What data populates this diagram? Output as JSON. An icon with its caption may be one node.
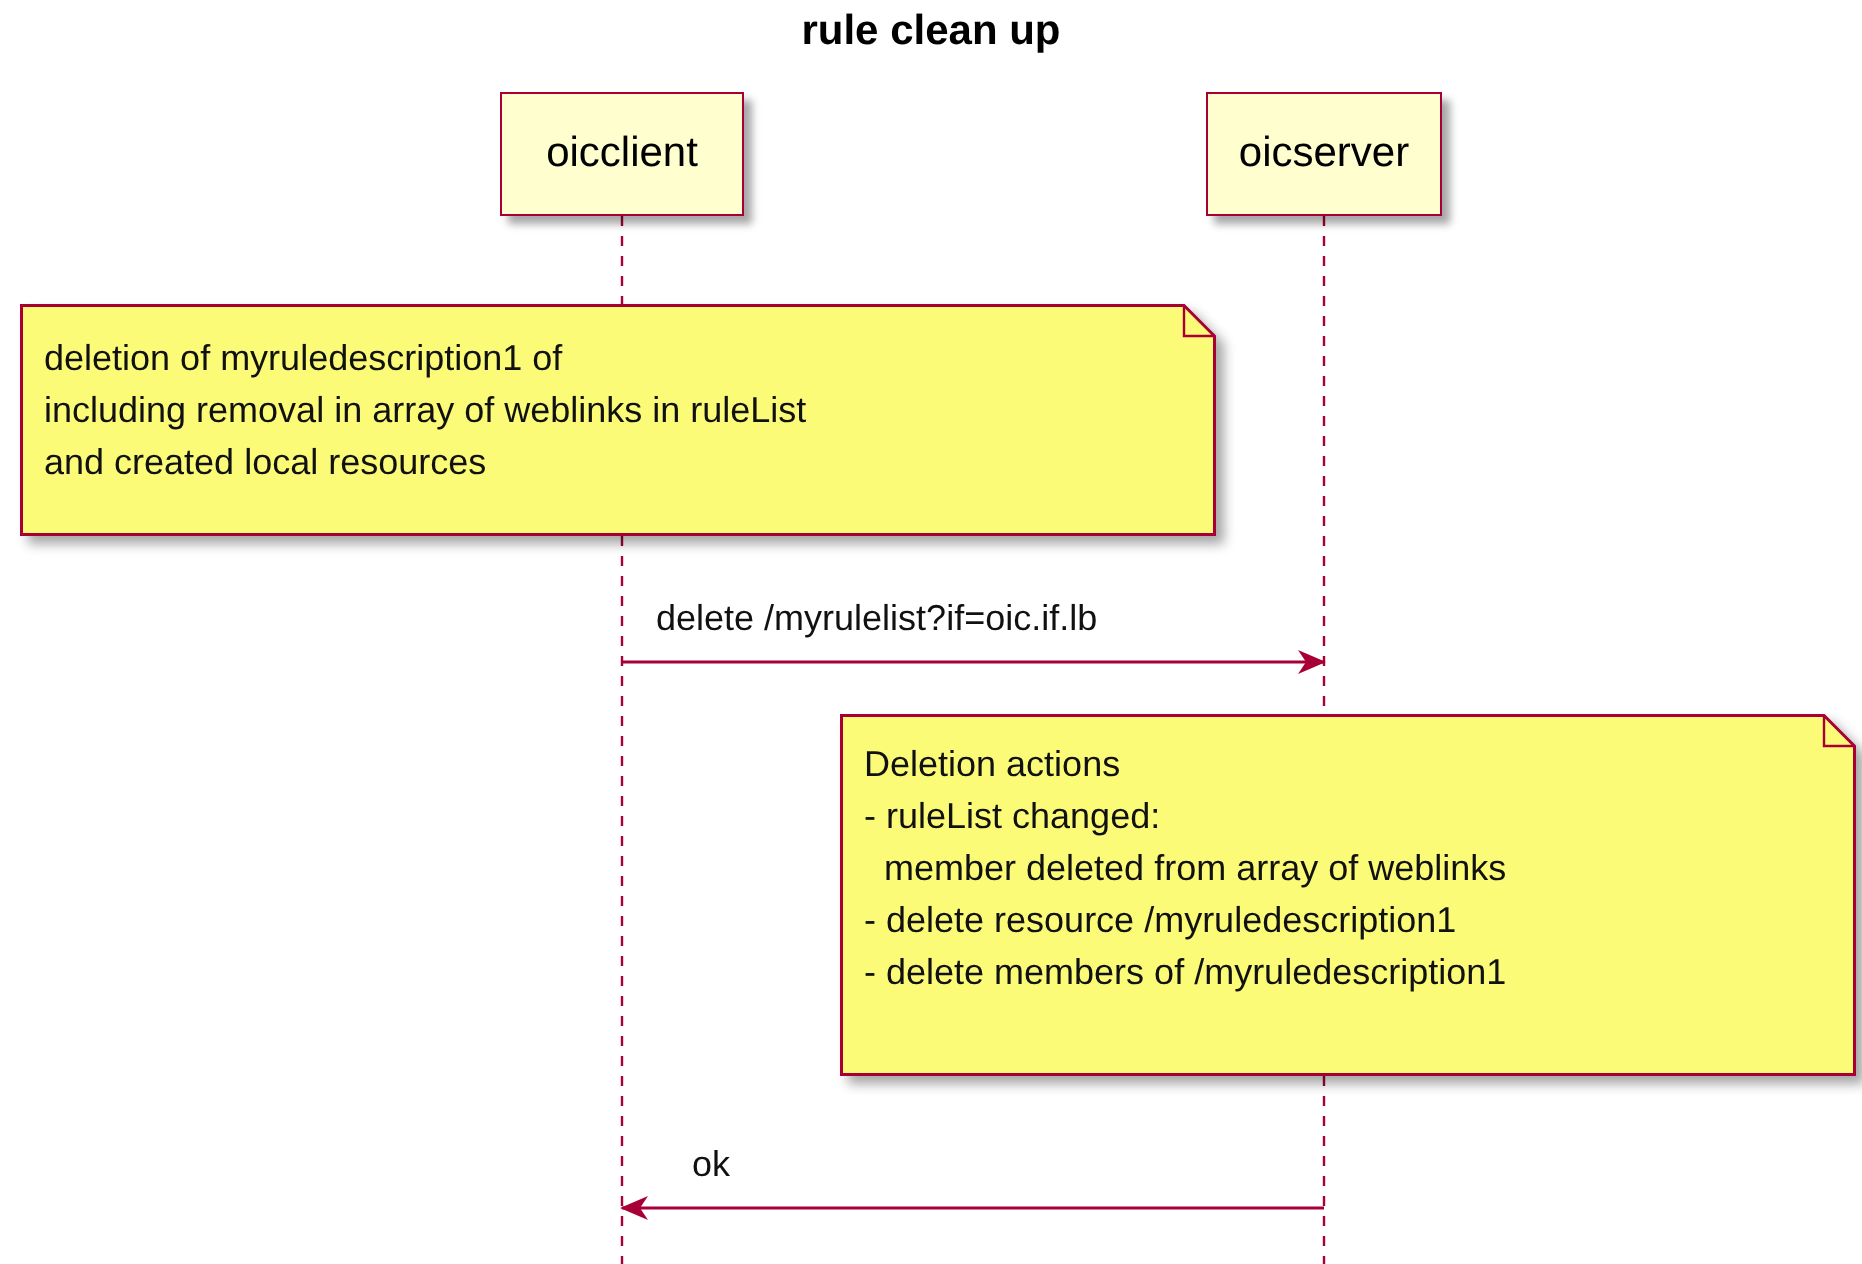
{
  "diagram": {
    "title": "rule clean up",
    "nodes": [
      {
        "text": [
          "oicclient"
        ]
      },
      {
        "text": [
          "oicserver"
        ]
      },
      {
        "text": [
          "deletion of myruledescription1 of",
          "including removal in array of weblinks in ruleList",
          "and created local resources"
        ]
      },
      {
        "text": [
          "Deletion actions",
          "- ruleList changed:",
          "member deleted from array of weblinks",
          "- delete resource /myruledescription1",
          "- delete members of /myruledescription1"
        ]
      }
    ],
    "edges": [
      {
        "from": 0,
        "to": 1,
        "arrow": "to",
        "label": "delete /myrulelist?if=oic.if.lb"
      },
      {
        "from": 1,
        "to": 0,
        "arrow": "to",
        "label": "ok"
      }
    ]
  }
}
